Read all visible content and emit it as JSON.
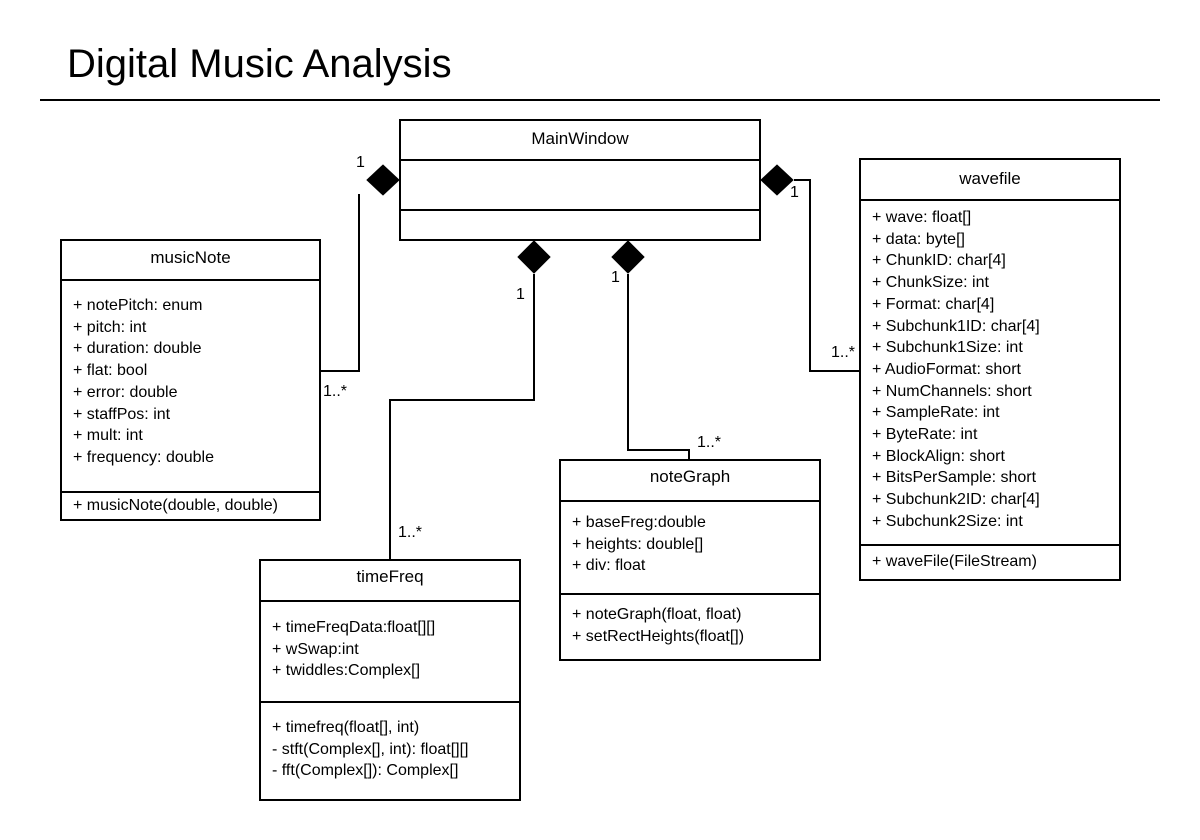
{
  "title": "Digital Music Analysis",
  "classes": {
    "mainWindow": {
      "name": "MainWindow",
      "attributes": [],
      "methods": []
    },
    "musicNote": {
      "name": "musicNote",
      "attributes": [
        "+ notePitch: enum",
        "+ pitch: int",
        "+ duration: double",
        "+ flat: bool",
        "+ error: double",
        "+ staffPos: int",
        "+ mult: int",
        "+ frequency: double"
      ],
      "methods": [
        "+ musicNote(double, double)"
      ]
    },
    "wavefile": {
      "name": "wavefile",
      "attributes": [
        "+ wave: float[]",
        "+ data: byte[]",
        "+ ChunkID: char[4]",
        "+ ChunkSize: int",
        "+ Format: char[4]",
        "+ Subchunk1ID: char[4]",
        "+ Subchunk1Size: int",
        "+ AudioFormat: short",
        "+ NumChannels: short",
        "+ SampleRate: int",
        "+ ByteRate: int",
        "+ BlockAlign: short",
        "+ BitsPerSample: short",
        "+ Subchunk2ID: char[4]",
        "+ Subchunk2Size: int"
      ],
      "methods": [
        "+ waveFile(FileStream)"
      ]
    },
    "noteGraph": {
      "name": "noteGraph",
      "attributes": [
        "+ baseFreg:double",
        "+ heights: double[]",
        "+ div: float"
      ],
      "methods": [
        "+ noteGraph(float, float)",
        "+ setRectHeights(float[])"
      ]
    },
    "timeFreq": {
      "name": "timeFreq",
      "attributes": [
        "+ timeFreqData:float[][]",
        "+ wSwap:int",
        "+ twiddles:Complex[]"
      ],
      "methods": [
        "+ timefreq(float[], int)",
        "- stft(Complex[], int): float[][]",
        "- fft(Complex[]): Complex[]"
      ]
    }
  },
  "relationships": [
    {
      "type": "composition",
      "whole": "MainWindow",
      "part": "musicNote",
      "whole_multiplicity": "1",
      "part_multiplicity": "1..*"
    },
    {
      "type": "composition",
      "whole": "MainWindow",
      "part": "timeFreq",
      "whole_multiplicity": "1",
      "part_multiplicity": "1..*"
    },
    {
      "type": "composition",
      "whole": "MainWindow",
      "part": "noteGraph",
      "whole_multiplicity": "1",
      "part_multiplicity": "1..*"
    },
    {
      "type": "composition",
      "whole": "MainWindow",
      "part": "wavefile",
      "whole_multiplicity": "1",
      "part_multiplicity": "1..*"
    }
  ]
}
